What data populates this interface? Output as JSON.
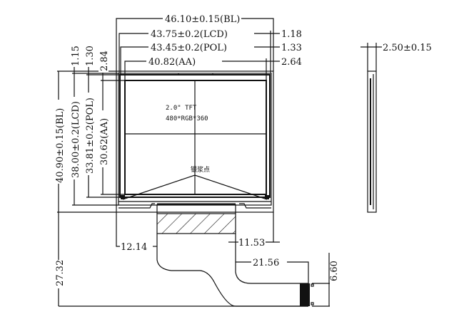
{
  "drawing": {
    "panel_label": "2.0\" TFT",
    "resolution": "480*RGB*360",
    "silver_paste_label": "银浆点",
    "top_dims": {
      "bl_width": "46.10±0.15(BL)",
      "lcd_width": "43.75±0.2(LCD)",
      "pol_width": "43.45±0.2(POL)",
      "aa_width": "40.82(AA)",
      "lcd_offset": "1.18",
      "pol_offset": "1.33",
      "aa_offset": "2.64"
    },
    "left_dims": {
      "bl_height": "40.90±0.15(BL)",
      "lcd_height": "38.00±0.2(LCD)",
      "pol_height": "33.81±0.2(POL)",
      "aa_height": "30.62(AA)",
      "lcd_offset": "1.15",
      "pol_offset": "1.30",
      "aa_offset": "2.84",
      "total_fpc": "27.32"
    },
    "fpc_dims": {
      "left_offset": "12.14",
      "right_offset": "11.53",
      "tail_length": "21.56",
      "connector_width": "6.60"
    },
    "side_view": {
      "thickness": "2.50±0.15"
    }
  }
}
